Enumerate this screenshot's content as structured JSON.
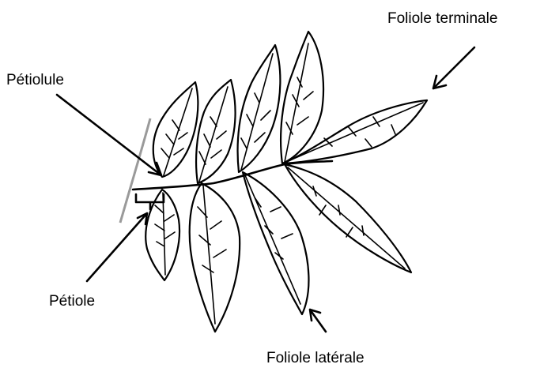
{
  "labels": {
    "terminal_leaflet": "Foliole terminale",
    "petiolule": "Pétiolule",
    "petiole": "Pétiole",
    "lateral_leaflet": "Foliole latérale"
  }
}
